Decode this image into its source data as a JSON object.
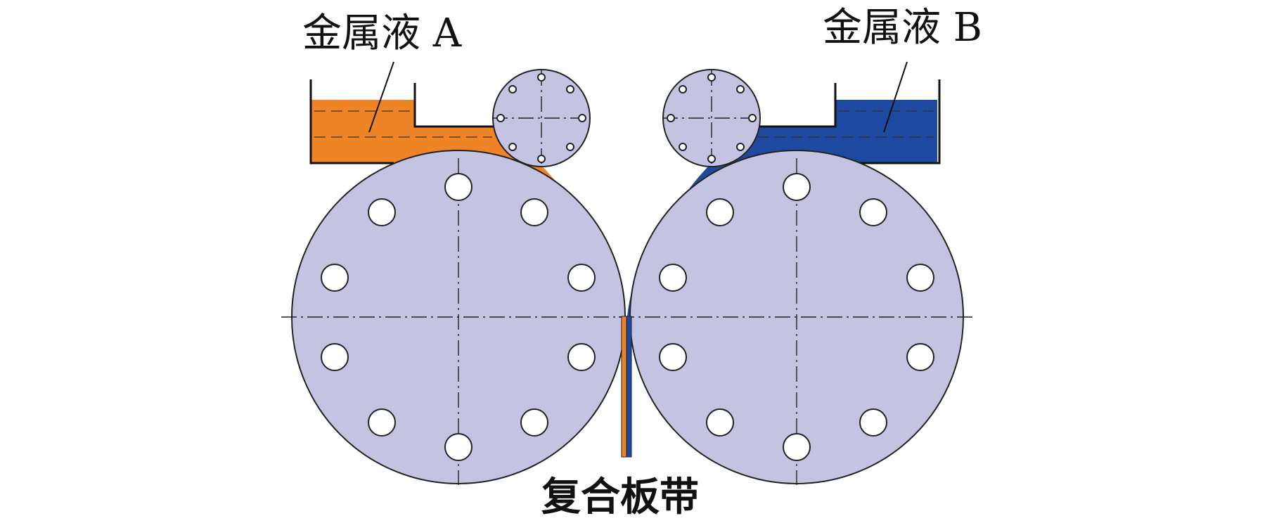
{
  "labels": {
    "metal_a": "金属液 A",
    "metal_b": "金属液 B",
    "composite_strip": "复合板带"
  },
  "colors": {
    "metal_a": "#ef8427",
    "metal_b": "#1d4aa0",
    "roller_fill": "#c4c4e2",
    "outline": "#222222"
  }
}
